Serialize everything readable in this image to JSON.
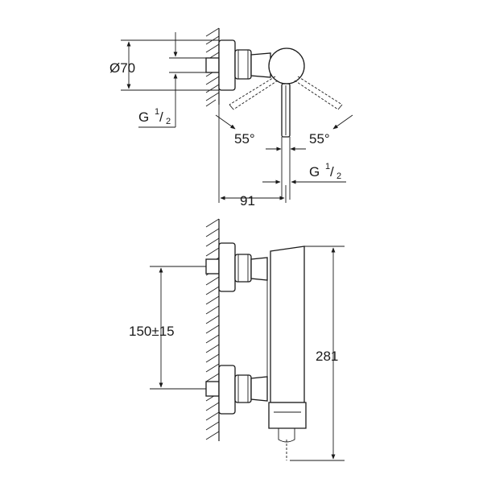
{
  "labels": {
    "diameter": "Ø70",
    "thread_left": {
      "main": "G",
      "num": "1",
      "slash": "/",
      "den": "2"
    },
    "thread_right": {
      "main": "G",
      "num": "1",
      "slash": "/",
      "den": "2"
    },
    "angle_left": "55°",
    "angle_right": "55°",
    "depth": "91",
    "spacing": "150±15",
    "height": "281"
  }
}
